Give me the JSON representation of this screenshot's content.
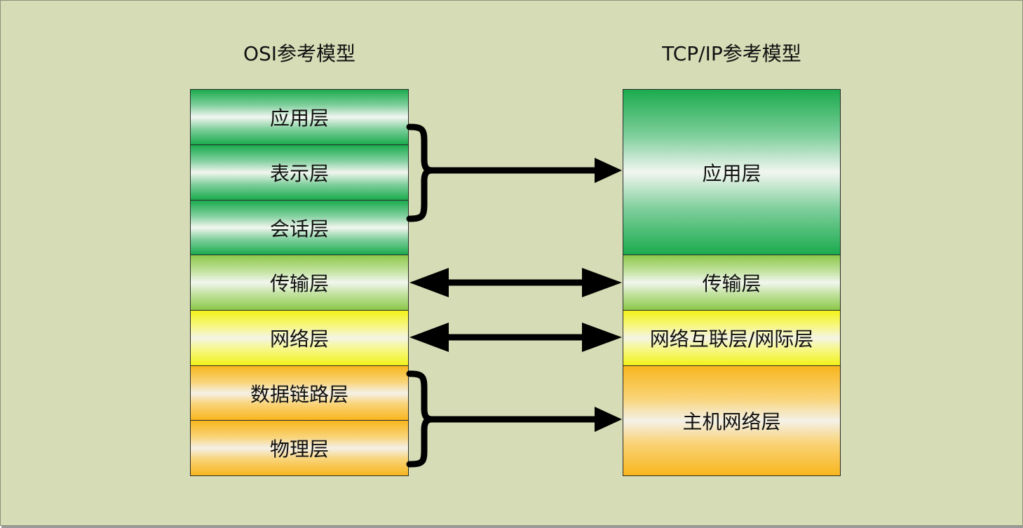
{
  "titles": {
    "osi": "OSI参考模型",
    "tcpip": "TCP/IP参考模型"
  },
  "osi_layers": [
    "应用层",
    "表示层",
    "会话层",
    "传输层",
    "网络层",
    "数据链路层",
    "物理层"
  ],
  "tcpip_layers": [
    "应用层",
    "传输层",
    "网络互联层/网际层",
    "主机网络层"
  ],
  "colors": {
    "background": "#d6dcb6",
    "green": "#1bab4e",
    "lime": "#8cc84a",
    "yellow": "#f2f21a",
    "orange": "#f8b61e",
    "arrow": "#000000"
  }
}
